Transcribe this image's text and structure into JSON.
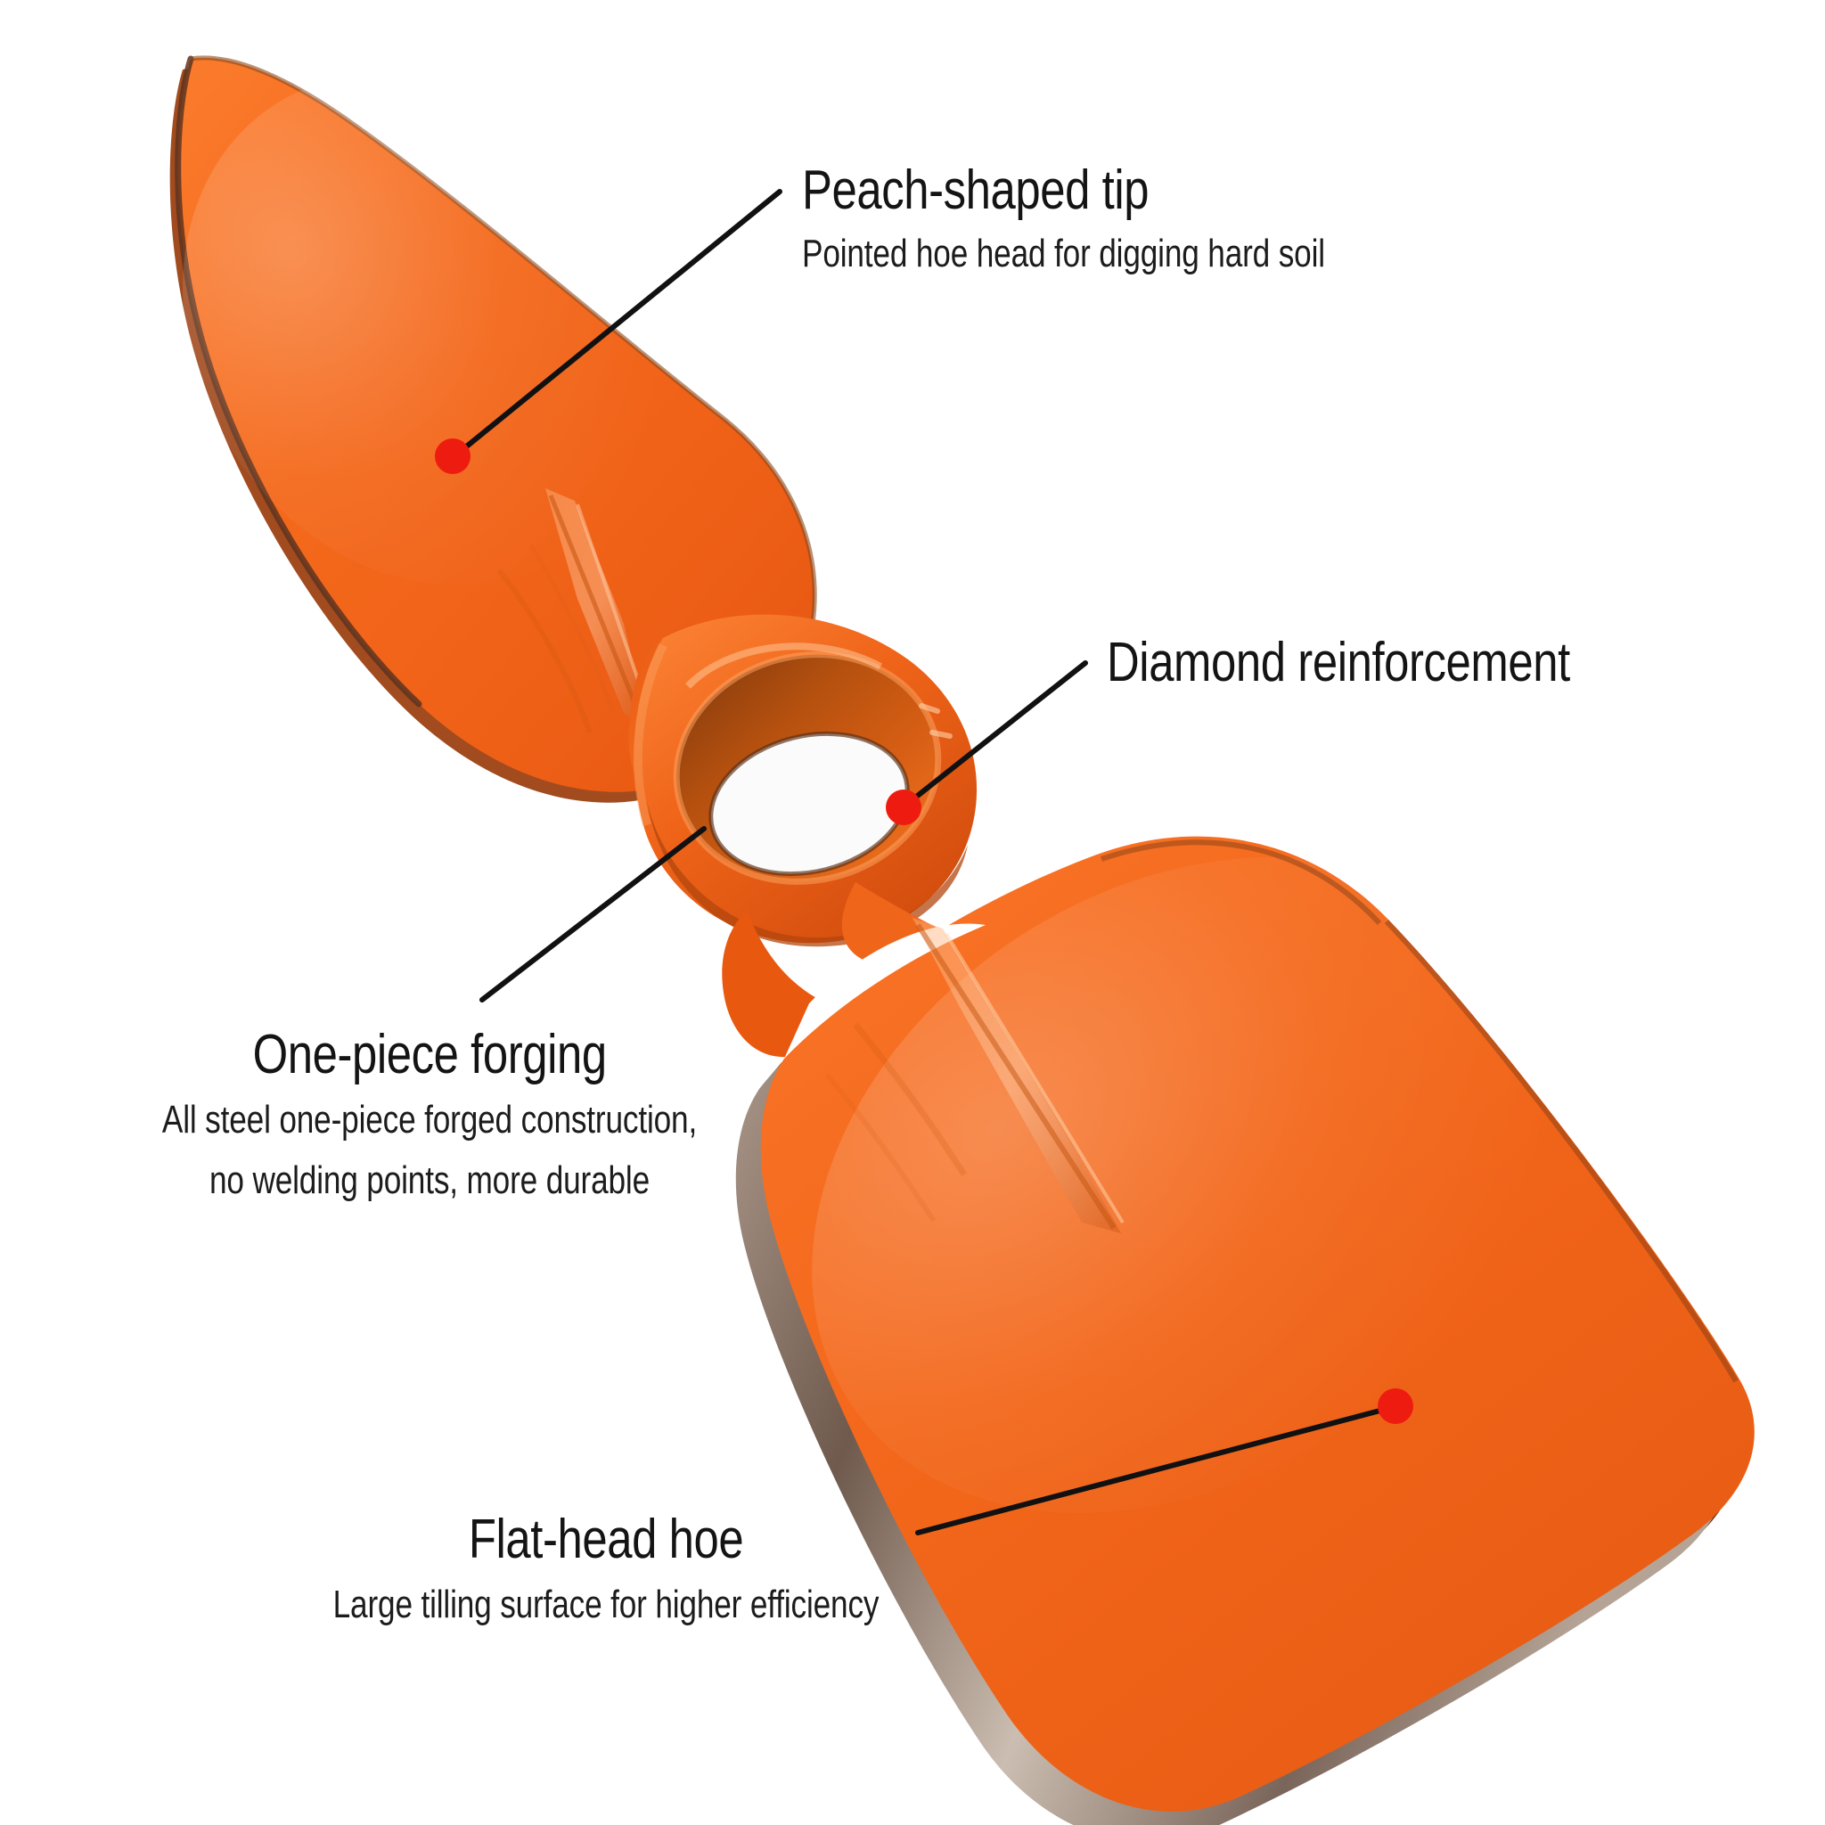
{
  "page": {
    "background_color": "#ffffff",
    "subject": "orange forged dual-head garden hoe",
    "line_color": "#111111",
    "dot_color": "#ee1c10",
    "text_color": "#141414"
  },
  "product": {
    "body_color": "#f2661a",
    "body_color_dark": "#e25410",
    "body_color_light": "#fb7a2b",
    "rim_color": "#a83d12",
    "edge_metal_color": "#8d7a6d"
  },
  "annotations": [
    {
      "id": "peach",
      "title": "Peach-shaped tip",
      "subtitle": "Pointed hoe head for digging hard soil",
      "has_dot": true
    },
    {
      "id": "diamond",
      "title": "Diamond reinforcement",
      "subtitle": "",
      "has_dot": true
    },
    {
      "id": "forging",
      "title": "One-piece forging",
      "subtitle_line1": "All steel one-piece forged construction,",
      "subtitle_line2": "no welding points, more durable",
      "has_dot": false
    },
    {
      "id": "flat",
      "title": "Flat-head hoe",
      "subtitle": "Large tilling surface for higher efficiency",
      "has_dot": true
    }
  ]
}
